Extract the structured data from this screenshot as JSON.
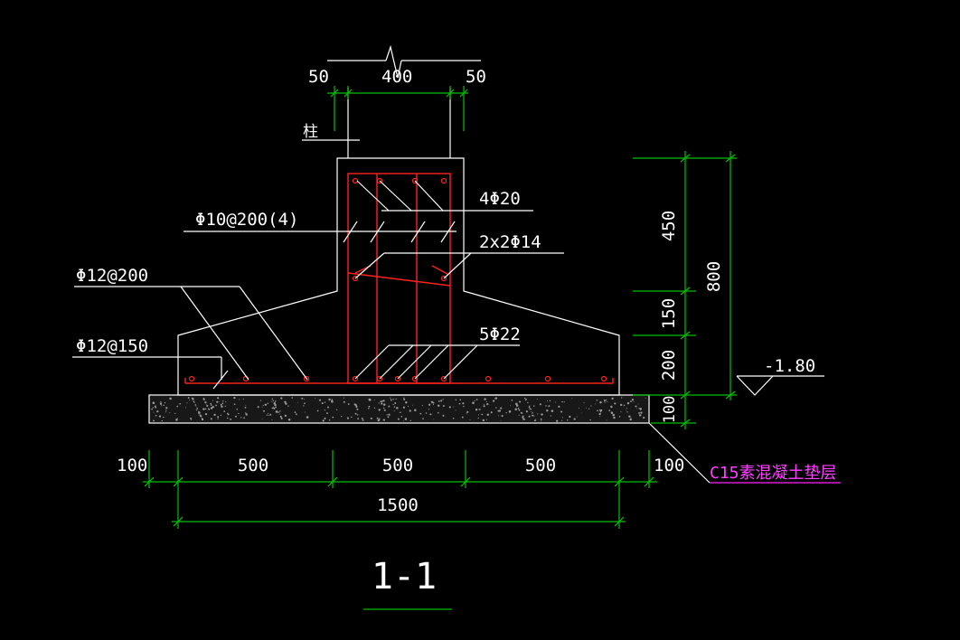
{
  "colors": {
    "background": "#000000",
    "outline": "#ffffff",
    "dimension": "#00c000",
    "rebar": "#ff2020",
    "callout": "#ff40ff"
  },
  "column_dims": {
    "left": "50",
    "middle": "400",
    "right": "50"
  },
  "column_label": "柱",
  "rebar_labels": {
    "column_main": "4Φ20",
    "stirrup": "Φ10@200(4)",
    "side_bars": "2x2Φ14",
    "bottom_long": "Φ12@200",
    "bottom_cross": "Φ12@150",
    "dowels": "5Φ22"
  },
  "height_dims": {
    "top": "450",
    "middle": "150",
    "bottom": "200",
    "cushion": "100",
    "total": "800"
  },
  "elevation": "-1.80",
  "bottom_dims": {
    "edge_left": "100",
    "seg1": "500",
    "seg2": "500",
    "seg3": "500",
    "edge_right": "100",
    "total": "1500"
  },
  "cushion_label": "C15素混凝土垫层",
  "section_title": "1-1"
}
